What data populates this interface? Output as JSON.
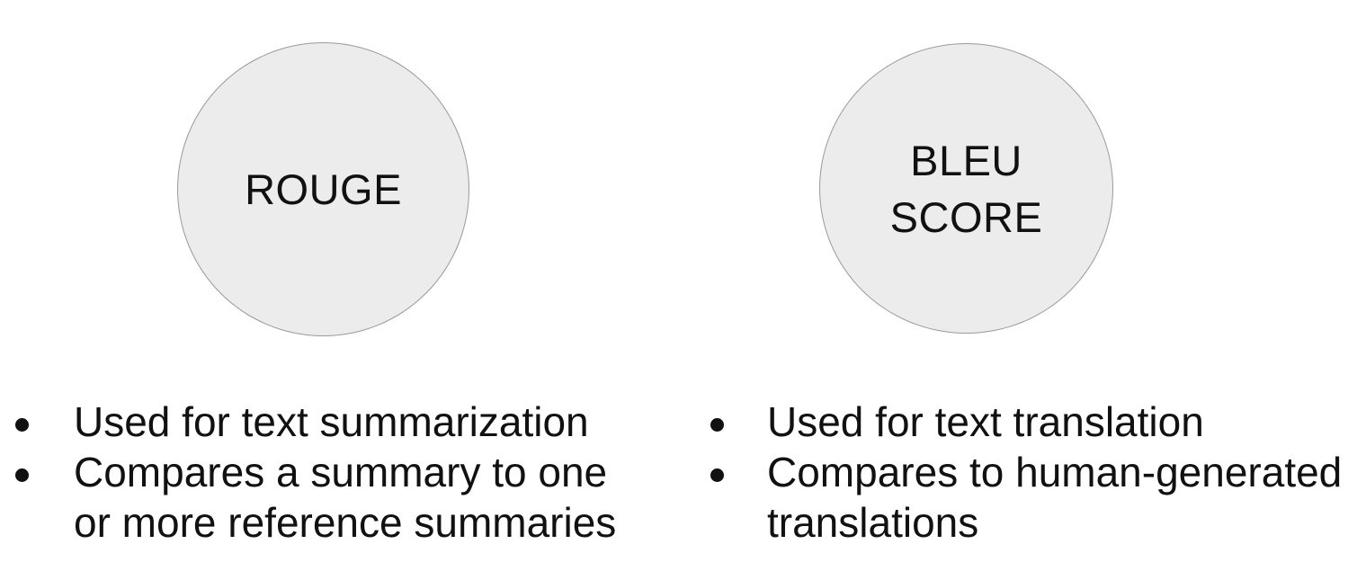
{
  "colors": {
    "background": "#ffffff",
    "circle_fill": "#ececec",
    "circle_border": "#9a9a9a",
    "text": "#111111"
  },
  "rouge": {
    "label": "ROUGE",
    "bullets": [
      "Used for text summarization",
      "Compares a summary to one or more reference summaries"
    ]
  },
  "bleu": {
    "label_line1": "BLEU",
    "label_line2": "SCORE",
    "bullets": [
      "Used for text translation",
      "Compares to human-generated translations"
    ]
  }
}
